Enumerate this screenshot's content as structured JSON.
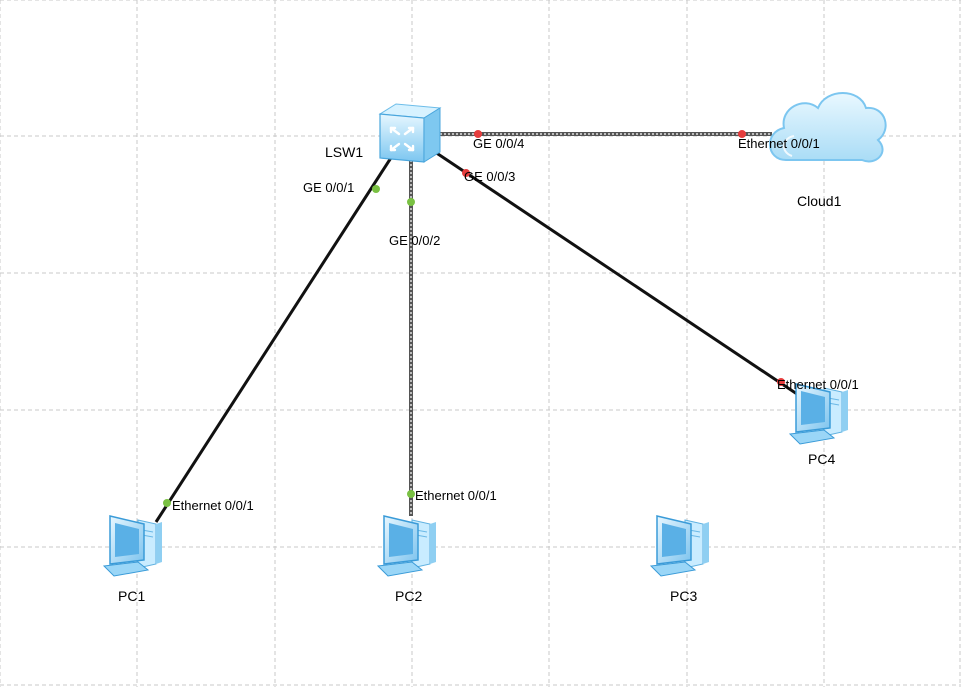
{
  "colors": {
    "grid": "#c8c8c8",
    "link": "#111111",
    "port_up": "#7ac143",
    "port_down": "#e63c3c",
    "device_light": "#cfeeff",
    "device_mid": "#8fd0f5",
    "device_dark": "#3a9bd8"
  },
  "devices": {
    "switch": {
      "label": "LSW1",
      "icon": "switch-icon"
    },
    "cloud": {
      "label": "Cloud1",
      "icon": "cloud-icon"
    },
    "pc1": {
      "label": "PC1",
      "icon": "pc-icon"
    },
    "pc2": {
      "label": "PC2",
      "icon": "pc-icon"
    },
    "pc3": {
      "label": "PC3",
      "icon": "pc-icon"
    },
    "pc4": {
      "label": "PC4",
      "icon": "pc-icon"
    }
  },
  "links": [
    {
      "id": "sw-pc1",
      "from_port": "GE 0/0/1",
      "from_status": "up",
      "to_port": "Ethernet 0/0/1",
      "to_status": "up"
    },
    {
      "id": "sw-pc2",
      "from_port": "GE 0/0/2",
      "from_status": "up",
      "to_port": "Ethernet 0/0/1",
      "to_status": "up"
    },
    {
      "id": "sw-pc4",
      "from_port": "GE 0/0/3",
      "from_status": "down",
      "to_port": "Ethernet 0/0/1",
      "to_status": "down"
    },
    {
      "id": "sw-cloud",
      "from_port": "GE 0/0/4",
      "from_status": "down",
      "to_port": "Ethernet 0/0/1",
      "to_status": "down"
    }
  ]
}
